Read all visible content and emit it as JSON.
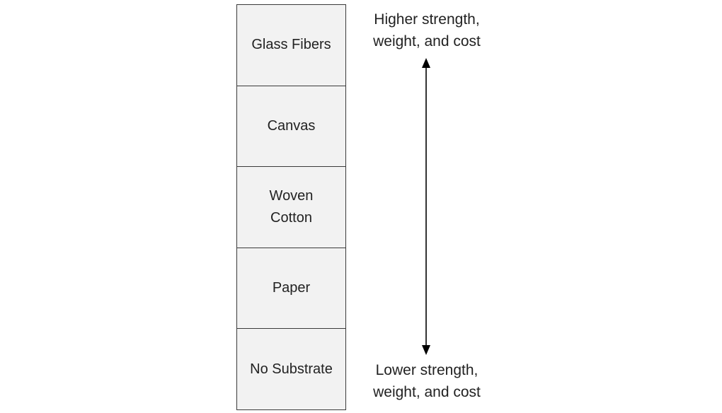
{
  "layers": [
    {
      "label": "Glass Fibers"
    },
    {
      "label": "Canvas"
    },
    {
      "label": "Woven\nCotton"
    },
    {
      "label": "Paper"
    },
    {
      "label": "No Substrate"
    }
  ],
  "scale": {
    "top_label": "Higher strength,\nweight, and cost",
    "bottom_label": "Lower strength,\nweight, and cost"
  }
}
